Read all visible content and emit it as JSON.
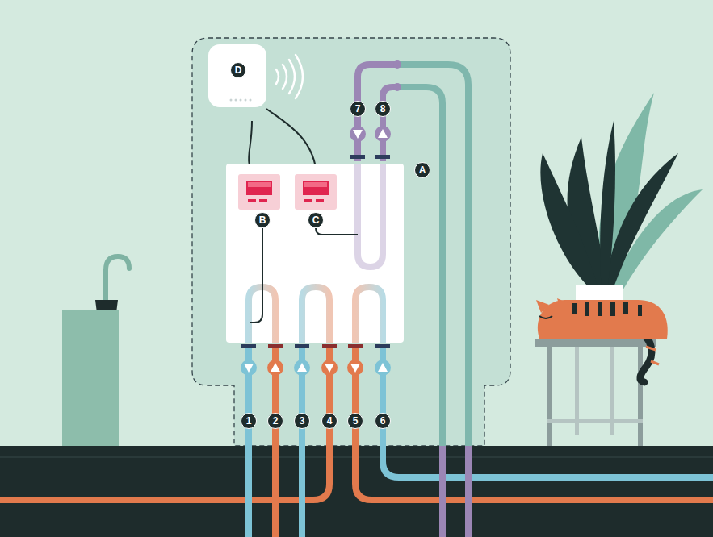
{
  "diagram": {
    "labels": [
      "D",
      "7",
      "8",
      "A",
      "B",
      "C",
      "1",
      "2",
      "3",
      "4",
      "5",
      "6"
    ]
  }
}
